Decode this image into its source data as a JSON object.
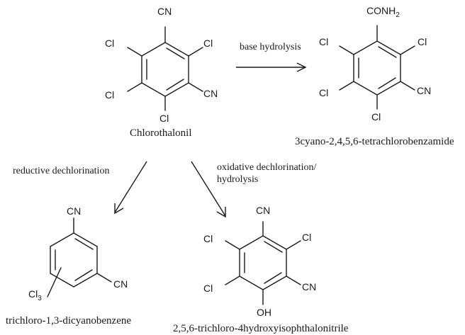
{
  "molecules": {
    "chlorothalonil": {
      "name": "Chlorothalonil",
      "substituents": {
        "top": "CN",
        "upper_left": "Cl",
        "upper_right": "Cl",
        "lower_left": "Cl",
        "lower_right": "CN",
        "bottom": "Cl"
      }
    },
    "benzamide": {
      "name": "3cyano-2,4,5,6-tetrachlorobenzamide",
      "substituents": {
        "top": "CONH",
        "top_sub": "2",
        "upper_left": "Cl",
        "upper_right": "Cl",
        "lower_left": "Cl",
        "lower_right": "CN",
        "bottom": "Cl"
      }
    },
    "dicyanobenzene": {
      "name": "trichloro-1,3-dicyanobenzene",
      "substituents": {
        "top": "CN",
        "lower_right": "CN",
        "cl_base": "Cl",
        "cl_sub": "3"
      }
    },
    "hydroxyisophthalonitrile": {
      "name": "2,5,6-trichloro-4hydroxyisophthalonitrile",
      "substituents": {
        "top": "CN",
        "upper_left": "Cl",
        "upper_right": "Cl",
        "lower_left": "Cl",
        "lower_right": "CN",
        "bottom": "OH"
      }
    }
  },
  "reactions": {
    "base_hydrolysis": "base hydrolysis",
    "reductive": "reductive dechlorination",
    "oxidative_line1": "oxidative dechlorination/",
    "oxidative_line2": "hydrolysis"
  }
}
